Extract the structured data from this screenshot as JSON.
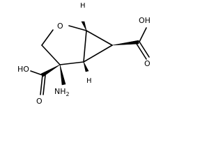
{
  "molecule": {
    "labels": {
      "ring_oxygen": "O",
      "h_top": "H",
      "h_bottom": "H",
      "cooh_right": "OH",
      "cooh_right_o": "O",
      "cooh_left": "HO",
      "cooh_left_o": "O",
      "amine": "NH",
      "amine_sub": "2"
    }
  }
}
